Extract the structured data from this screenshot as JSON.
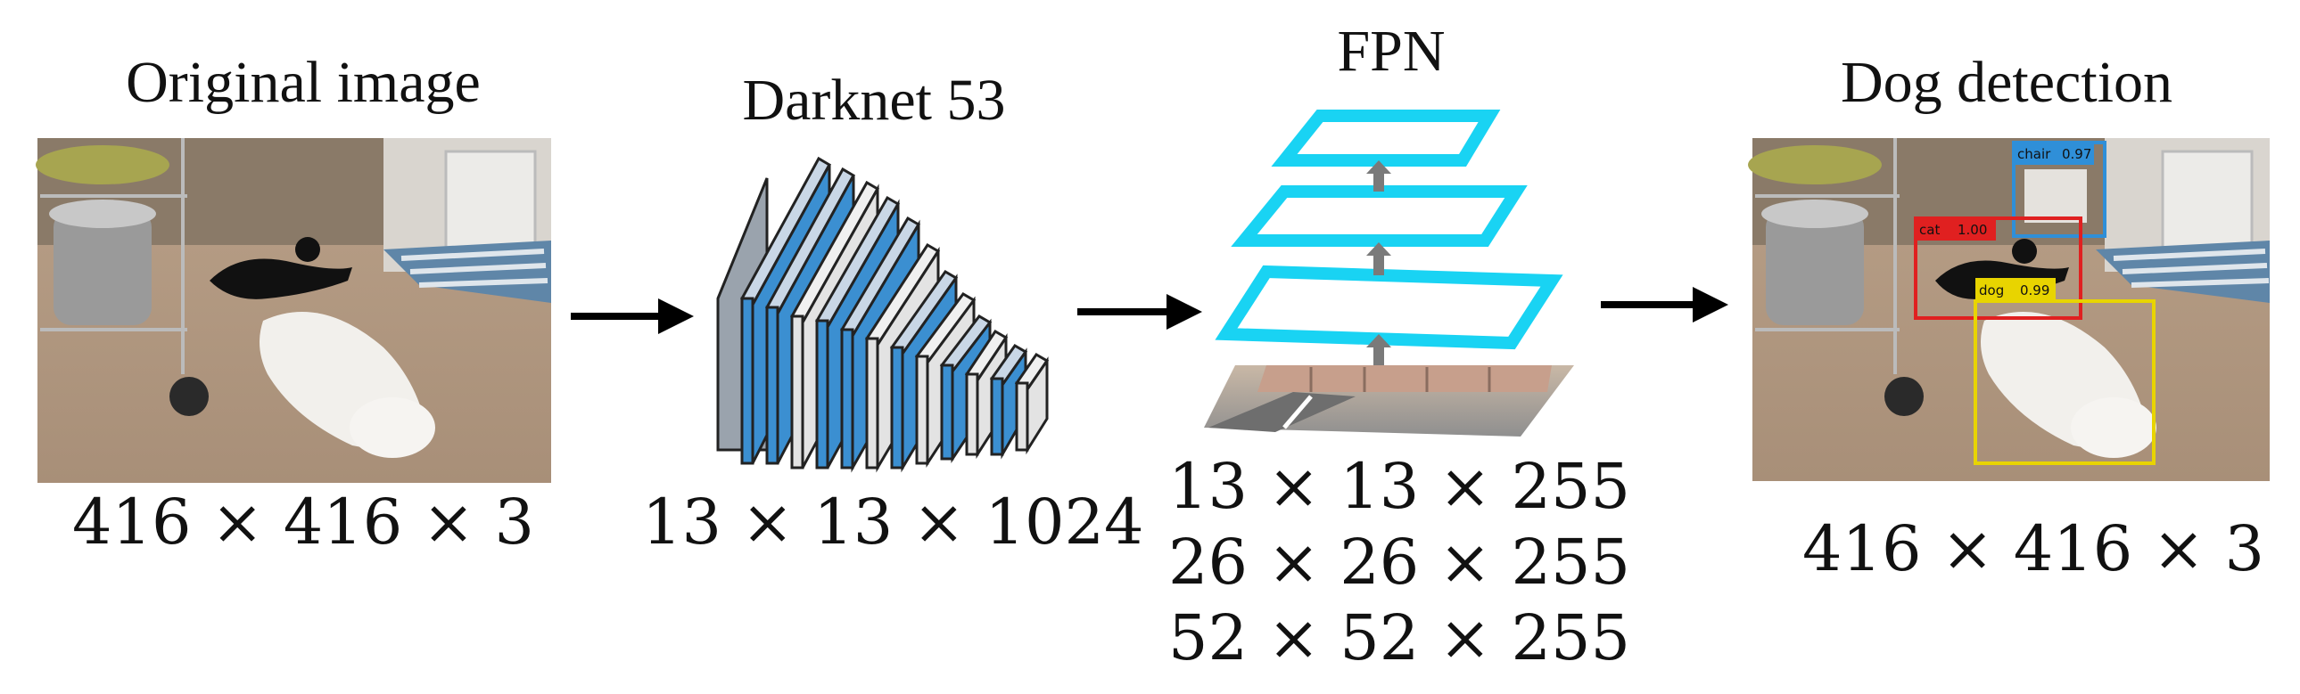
{
  "stages": {
    "original": {
      "title": "Original image",
      "dims": "416 × 416 × 3"
    },
    "backbone": {
      "title": "Darknet 53",
      "dims": "13 × 13 × 1024"
    },
    "fpn": {
      "title": "FPN",
      "dims": [
        "13 × 13 × 255",
        "26 × 26 × 255",
        "52 × 52 × 255"
      ]
    },
    "detection": {
      "title": "Dog detection",
      "dims": "416 × 416 × 3"
    }
  },
  "detections": [
    {
      "label": "chair",
      "score": "0.97",
      "color": "#2f8fd8"
    },
    {
      "label": "cat",
      "score": "1.00",
      "color": "#e02020"
    },
    {
      "label": "dog",
      "score": "0.99",
      "color": "#e8d400"
    }
  ],
  "colors": {
    "fpn_plane": "#19d3f3",
    "layer_blue": "#3b8fd1",
    "layer_gray": "#e3e3e3",
    "arrow": "#000000"
  }
}
